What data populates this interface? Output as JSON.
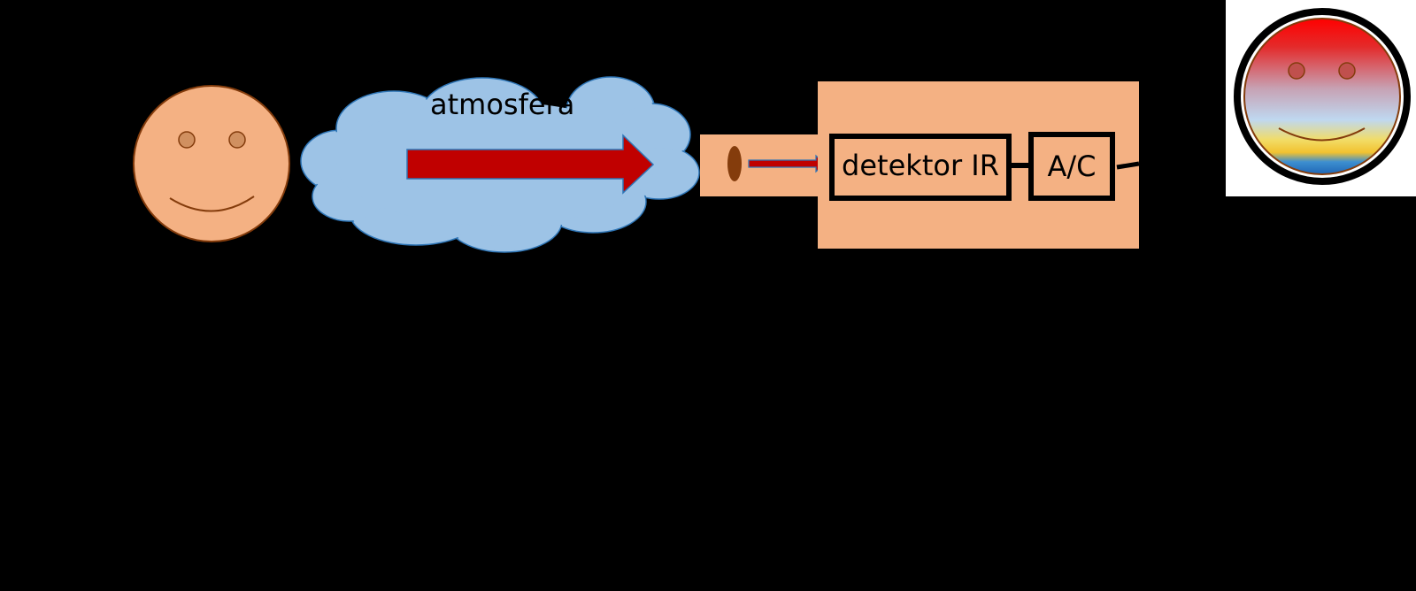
{
  "diagram": {
    "atmosphere_label": "atmosfera",
    "detector_label": "detektor IR",
    "converter_label": "A/C"
  },
  "colors": {
    "background": "#000000",
    "skin": "#F4B183",
    "skin_stroke": "#843C0C",
    "cloud": "#9DC3E6",
    "cloud_stroke": "#2E75B6",
    "arrow": "#C00000",
    "arrow_stroke": "#2E75B6",
    "lens": "#843C0C",
    "box_stroke": "#000000",
    "panel": "#FFFFFF"
  }
}
